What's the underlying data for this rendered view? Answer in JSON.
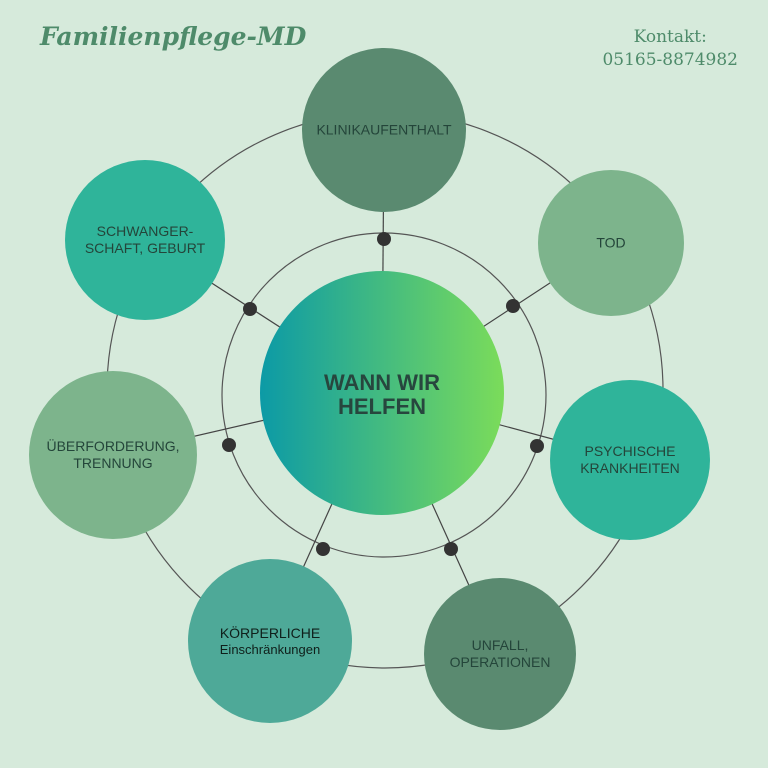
{
  "header": {
    "brand": "Familienpflege-MD",
    "contact_label": "Kontakt:",
    "contact_phone": "05165-8874982"
  },
  "center": {
    "title_line1": "WANN WIR",
    "title_line2": "HELFEN"
  },
  "nodes": [
    {
      "line1": "KLINIKAUFENTHALT",
      "line2": "",
      "color": "#5a8a70"
    },
    {
      "line1": "TOD",
      "line2": "",
      "color": "#7db48c"
    },
    {
      "line1": "PSYCHISCHE",
      "line2": "KRANKHEITEN",
      "color": "#2fb49a"
    },
    {
      "line1": "UNFALL,",
      "line2": "OPERATIONEN",
      "color": "#5a8a70"
    },
    {
      "line1": "KÖRPERLICHE",
      "line2": "Einschränkungen",
      "color": "#4ea998"
    },
    {
      "line1": "ÜBERFORDERUNG,",
      "line2": "TRENNUNG",
      "color": "#7db48c"
    },
    {
      "line1": "SCHWANGER-",
      "line2": "SCHAFT, GEBURT",
      "color": "#2fb49a"
    }
  ],
  "colors": {
    "background": "#d6eadb",
    "gradient_start": "#0c9aa6",
    "gradient_end": "#7bdc5a",
    "connector": "#444444",
    "dot": "#333333"
  }
}
